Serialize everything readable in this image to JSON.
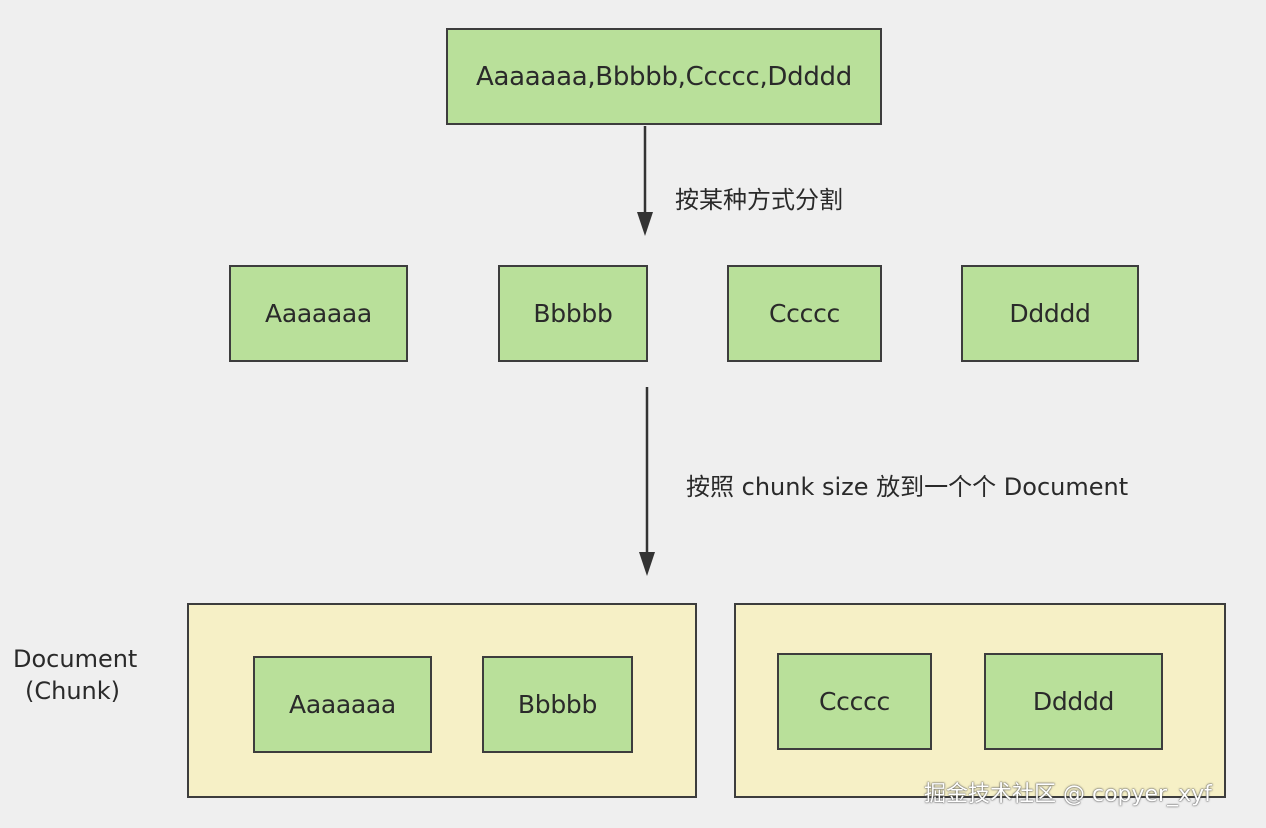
{
  "source": {
    "text": "Aaaaaaa,Bbbbb,Ccccc,Ddddd"
  },
  "step1_label": "按某种方式分割",
  "pieces": [
    "Aaaaaaa",
    "Bbbbb",
    "Ccccc",
    "Ddddd"
  ],
  "step2_label": "按照 chunk size 放到一个个 Document",
  "document_label": {
    "line1": "Document",
    "line2": "(Chunk)"
  },
  "documents": [
    {
      "chunks": [
        "Aaaaaaa",
        "Bbbbb"
      ]
    },
    {
      "chunks": [
        "Ccccc",
        "Ddddd"
      ]
    }
  ],
  "watermark": "掘金技术社区 @ copyer_xyf",
  "colors": {
    "chunk_fill": "#b9e09a",
    "document_fill": "#f6f0c6",
    "stroke": "#3d3d3d",
    "background": "#efefef"
  }
}
